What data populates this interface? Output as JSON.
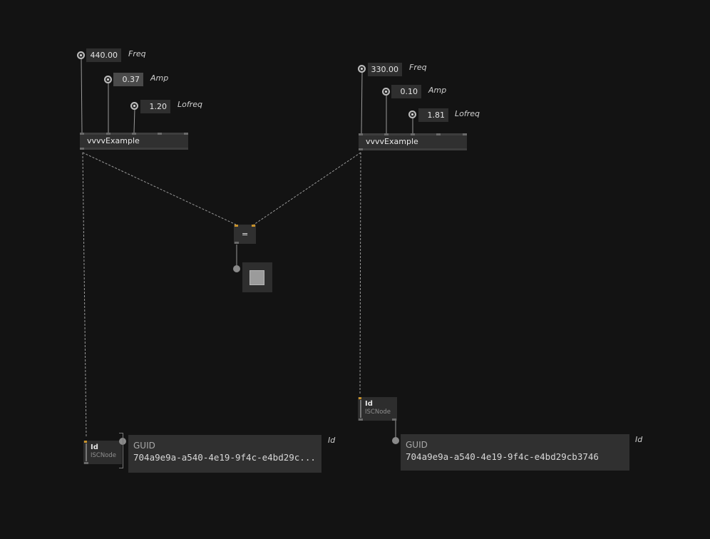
{
  "patch": {
    "left_example": {
      "node_title": "vvvvExample",
      "freq": {
        "value": "440.00",
        "label": "Freq"
      },
      "amp": {
        "value": "0.37",
        "label": "Amp"
      },
      "lofreq": {
        "value": "1.20",
        "label": "Lofreq"
      }
    },
    "right_example": {
      "node_title": "vvvvExample",
      "freq": {
        "value": "330.00",
        "label": "Freq"
      },
      "amp": {
        "value": "0.10",
        "label": "Amp"
      },
      "lofreq": {
        "value": "1.81",
        "label": "Lofreq"
      }
    },
    "equals_node": {
      "title": "="
    },
    "left_id_node": {
      "title": "Id",
      "category": "ISCNode"
    },
    "right_id_node": {
      "title": "Id",
      "category": "ISCNode"
    },
    "left_guid": {
      "label": "GUID",
      "value": "704a9e9a-a540-4e19-9f4c-e4bd29c...",
      "pin_label": "Id"
    },
    "right_guid": {
      "label": "GUID",
      "value": "704a9e9a-a540-4e19-9f4c-e4bd29cb3746",
      "pin_label": "Id"
    }
  },
  "colors": {
    "background": "#131313",
    "node": "#303030",
    "wire": "#9a9a9a",
    "pin_active": "#c8922a"
  }
}
